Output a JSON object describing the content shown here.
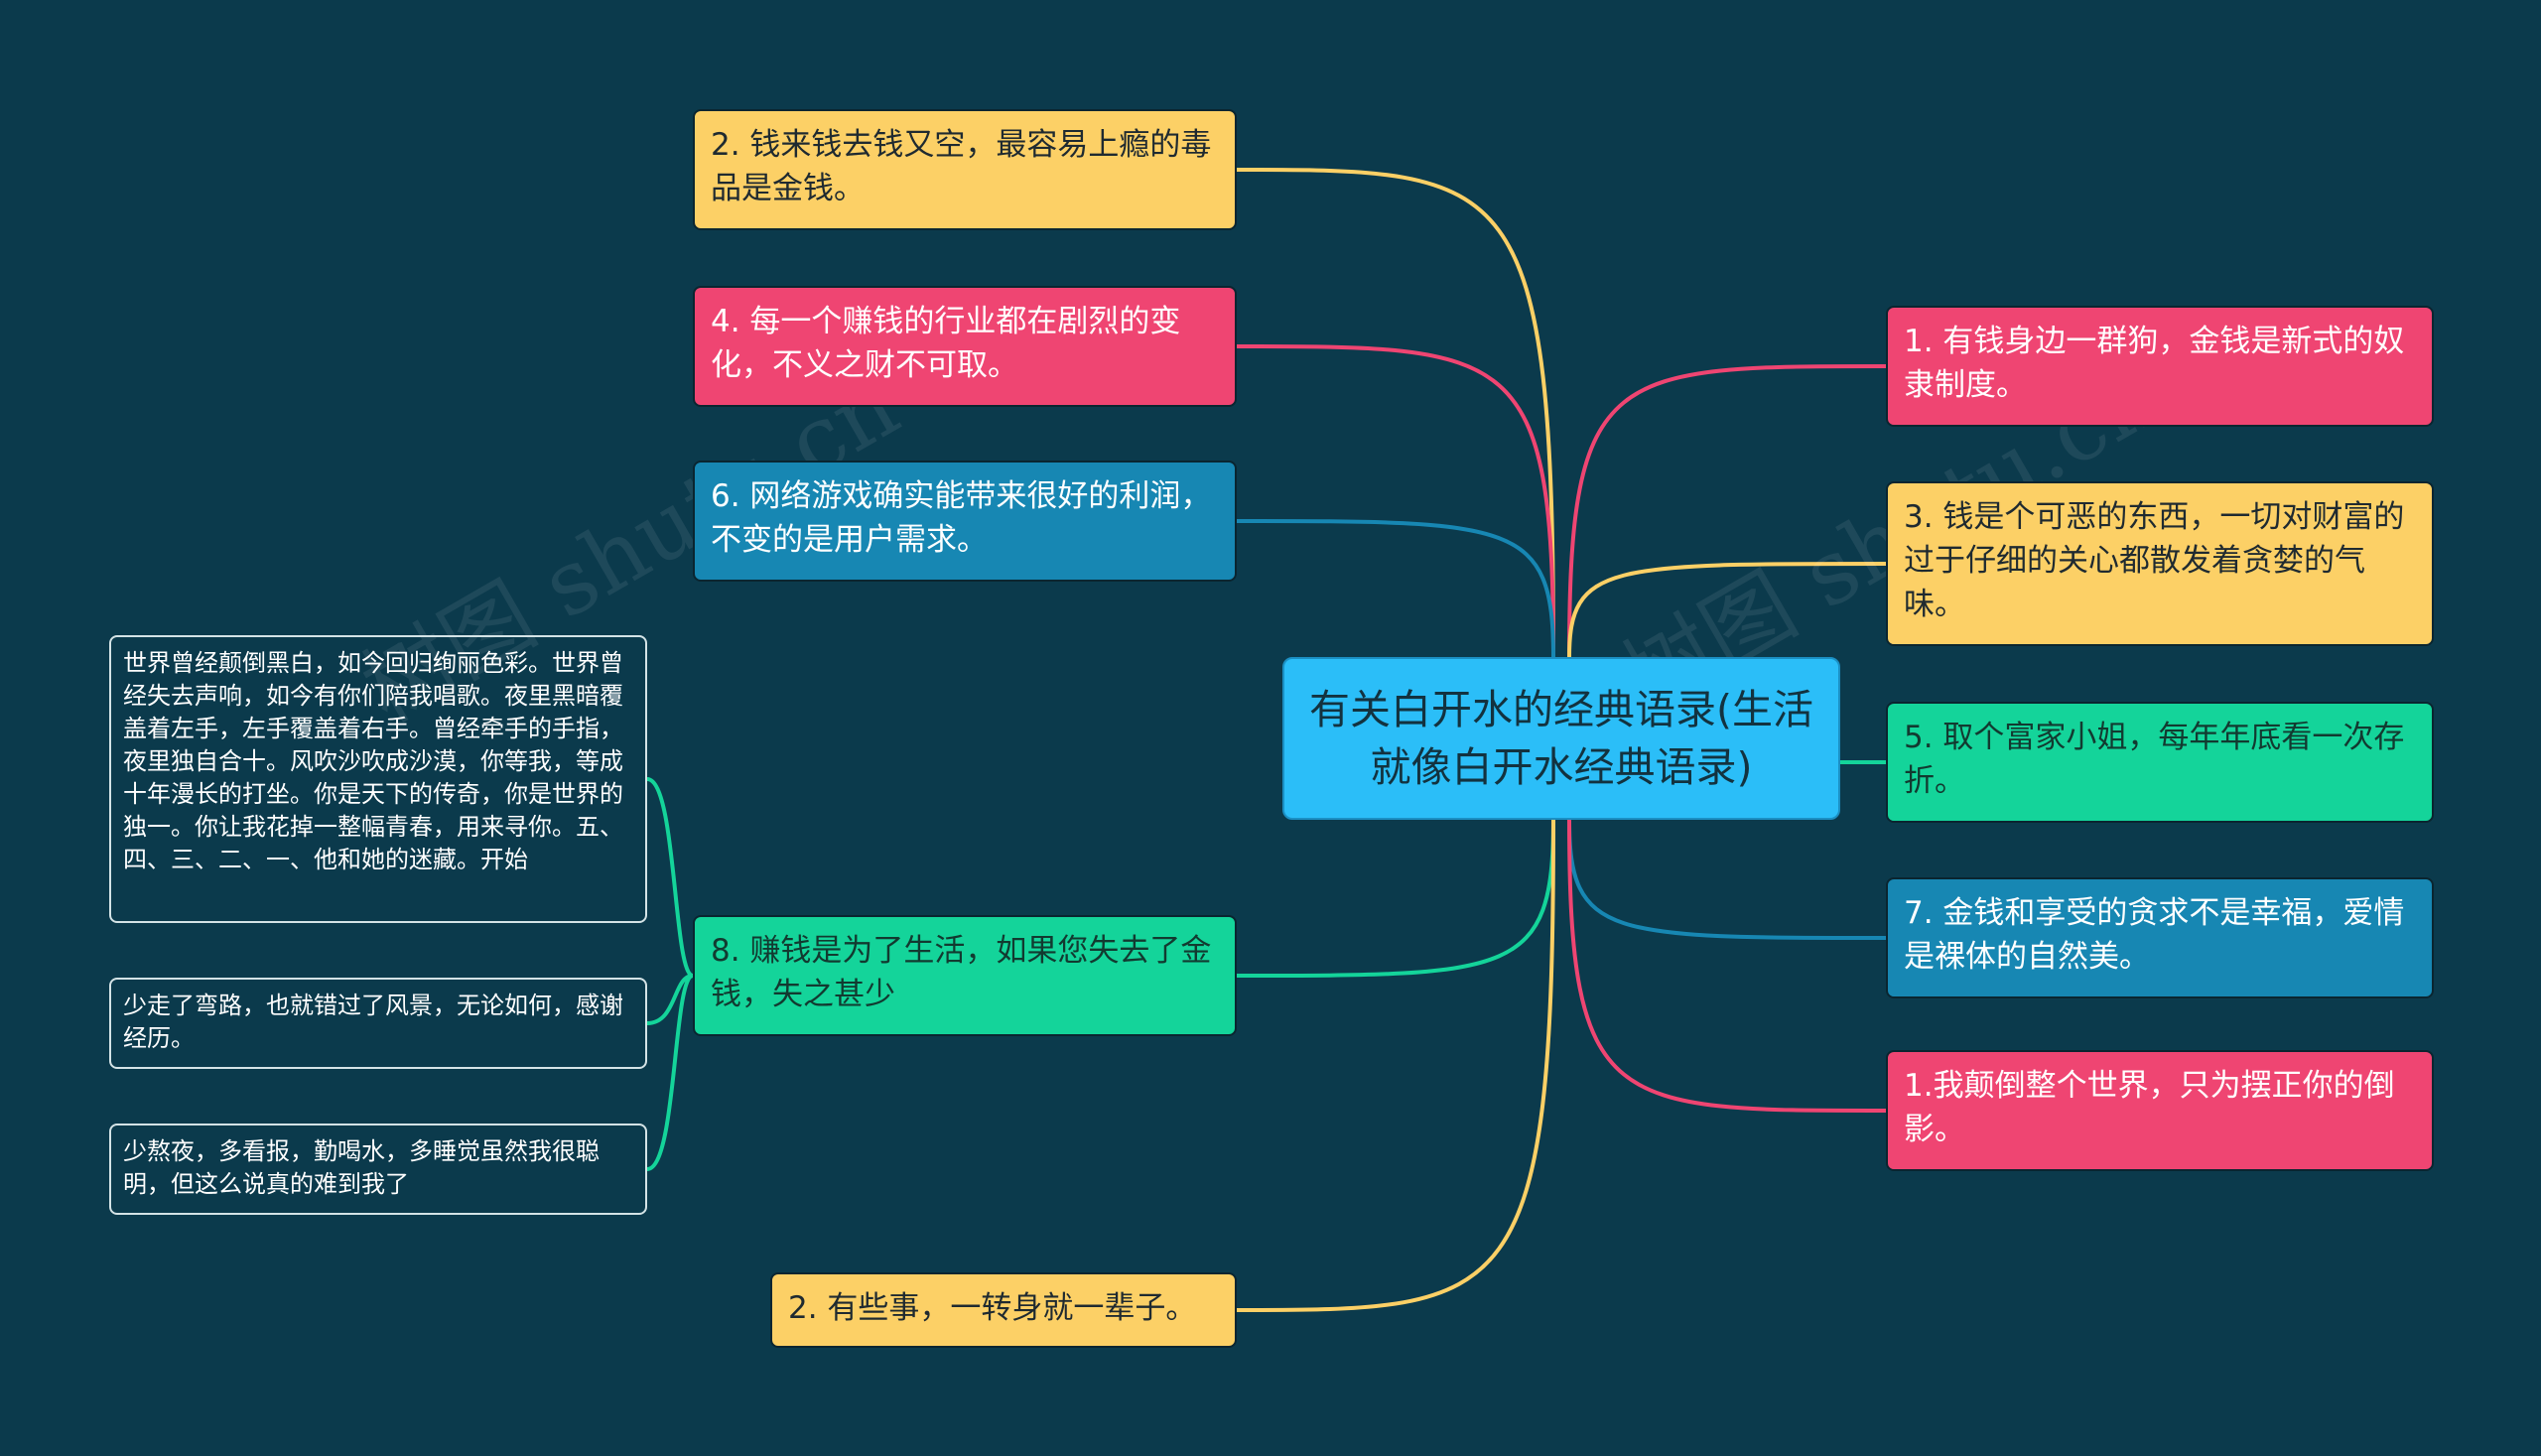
{
  "center": {
    "title": "有关白开水的经典语录(生活就像白开水经典语录)"
  },
  "branches": {
    "n2": {
      "text": "2. 钱来钱去钱又空，最容易上瘾的毒品是金钱。",
      "color": "#fcd066"
    },
    "n4": {
      "text": "4. 每一个赚钱的行业都在剧烈的变化，不义之财不可取。",
      "color": "#ef4572"
    },
    "n6": {
      "text": "6. 网络游戏确实能带来很好的利润，不变的是用户需求。",
      "color": "#1787b3"
    },
    "n8": {
      "text": "8. 赚钱是为了生活，如果您失去了金钱，失之甚少",
      "color": "#14d49a"
    },
    "n2b": {
      "text": "2. 有些事，一转身就一辈子。",
      "color": "#fcd066"
    },
    "r1": {
      "text": "1. 有钱身边一群狗，金钱是新式的奴隶制度。",
      "color": "#ef4572"
    },
    "r3": {
      "text": "3. 钱是个可恶的东西，一切对财富的过于仔细的关心都散发着贪婪的气味。",
      "color": "#fcd066"
    },
    "r5": {
      "text": "5. 取个富家小姐，每年年底看一次存折。",
      "color": "#14d49a"
    },
    "r7": {
      "text": "7. 金钱和享受的贪求不是幸福，爱情是裸体的自然美。",
      "color": "#1787b3"
    },
    "r1b": {
      "text": "1.我颠倒整个世界，只为摆正你的倒影。",
      "color": "#ef4572"
    }
  },
  "leaves": {
    "l1": "世界曾经颠倒黑白，如今回归绚丽色彩。世界曾经失去声响，如今有你们陪我唱歌。夜里黑暗覆盖着左手，左手覆盖着右手。曾经牵手的手指，夜里独自合十。风吹沙吹成沙漠，你等我，等成十年漫长的打坐。你是天下的传奇，你是世界的独一。你让我花掉一整幅青春，用来寻你。五、四、三、二、一、他和她的迷藏。开始",
    "l2": "少走了弯路，也就错过了风景，无论如何，感谢经历。",
    "l3": "少熬夜，多看报，勤喝水，多睡觉虽然我很聪明，但这么说真的难到我了"
  },
  "colors": {
    "background": "#0b3a4c",
    "center": "#2bbef8",
    "leaf_line": "#14d49a"
  }
}
